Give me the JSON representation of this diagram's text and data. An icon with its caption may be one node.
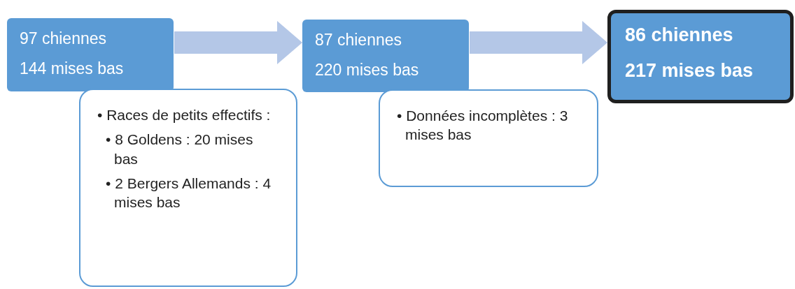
{
  "diagram": {
    "nodes": [
      {
        "text": [
          "97 chiennes",
          "144 mises bas"
        ]
      },
      {
        "text": [
          "• Races de petits effectifs :",
          "• 8 Goldens : 20 mises bas",
          "• 2 Bergers Allemands : 4 mises bas"
        ]
      },
      {
        "text": [
          "87 chiennes",
          "220 mises bas"
        ]
      },
      {
        "text": [
          "• Données incomplètes : 3 mises bas"
        ]
      },
      {
        "text": [
          "86 chiennes",
          "217 mises bas"
        ]
      }
    ],
    "edges": [
      {
        "from": 0,
        "to": 2,
        "arrow": "to"
      },
      {
        "from": 2,
        "to": 4,
        "arrow": "to"
      }
    ]
  }
}
